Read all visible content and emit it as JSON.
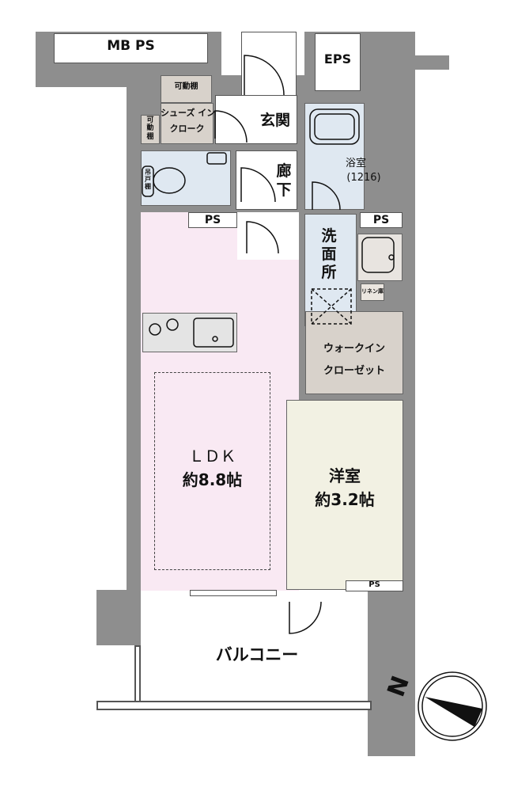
{
  "rooms": {
    "mb_ps": "MB PS",
    "eps": "EPS",
    "shelf_top": "可動棚",
    "shelf_side": "可\n動\n棚",
    "shoes_closet": [
      "シューズ イン",
      "クローク"
    ],
    "entrance": "玄関",
    "toilet_shelf": "吊\n戸\n棚",
    "hallway": [
      "廊",
      "下"
    ],
    "bathroom": "浴室",
    "bathroom_size": "(1216)",
    "ps_ldk": "PS",
    "ps_bath": "PS",
    "washroom": [
      "洗",
      "面",
      "所"
    ],
    "linen": "リネン庫",
    "walkin_closet": [
      "ウォークイン",
      "クローゼット"
    ],
    "ldk": "ＬＤＫ",
    "ldk_size": "約8.8帖",
    "western_room": "洋室",
    "western_size": "約3.2帖",
    "ps_western": "PS",
    "balcony": "バルコニー"
  },
  "compass": {
    "label": "N"
  },
  "colors": {
    "wall": "#8e8e8e",
    "ldk": "#f9e9f3",
    "wet": "#dfe8f1",
    "storage": "#d8d2cb",
    "western": "#f2f1e3"
  }
}
